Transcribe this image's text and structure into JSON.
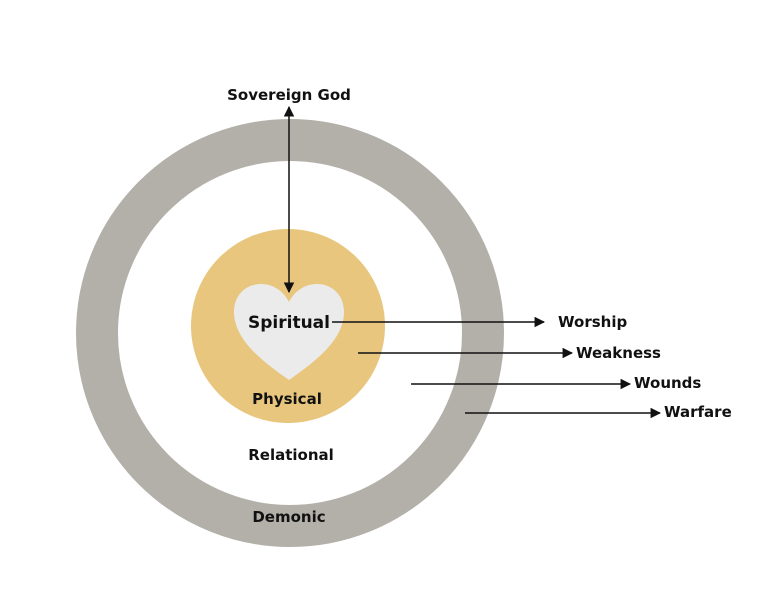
{
  "labels": {
    "sovereign_god": "Sovereign God",
    "spiritual": "Spiritual",
    "physical": "Physical",
    "relational": "Relational",
    "demonic": "Demonic"
  },
  "outcomes": [
    "Worship",
    "Weakness",
    "Wounds",
    "Warfare"
  ],
  "colors": {
    "outer_ring": "#B3B0A9",
    "physical_circle": "#E8C67E",
    "heart": "#EBEBEB",
    "background": "#FFFFFF",
    "arrow": "#111111"
  }
}
